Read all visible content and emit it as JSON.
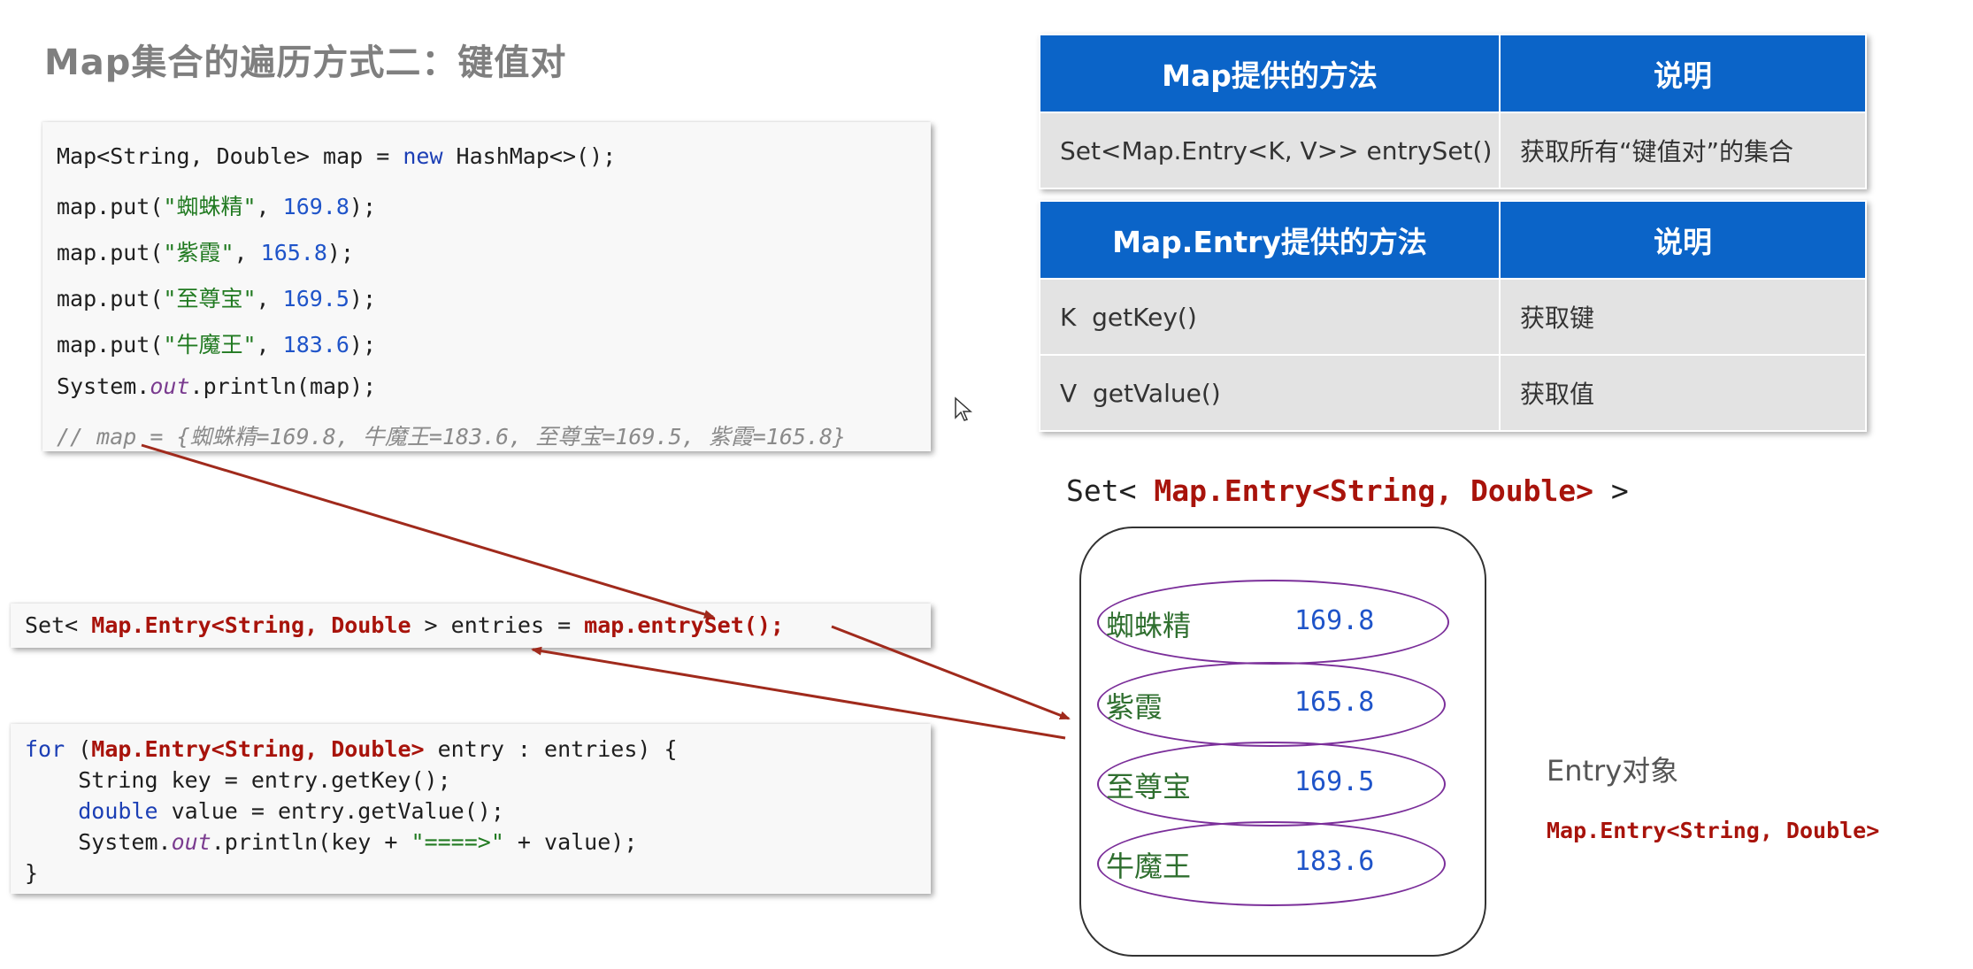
{
  "title": "Map集合的遍历方式二：键值对",
  "code_top": {
    "l1a": "Map<String, Double> map = ",
    "l1kw": "new",
    "l1b": " HashMap<>();",
    "puts": [
      {
        "pre": "map.put(",
        "key": "\"蜘蛛精\"",
        "mid": ", ",
        "val": "169.8",
        "post": ");"
      },
      {
        "pre": "map.put(",
        "key": "\"紫霞\"",
        "mid": ", ",
        "val": "165.8",
        "post": ");"
      },
      {
        "pre": "map.put(",
        "key": "\"至尊宝\"",
        "mid": ", ",
        "val": "169.5",
        "post": ");"
      },
      {
        "pre": "map.put(",
        "key": "\"牛魔王\"",
        "mid": ", ",
        "val": "183.6",
        "post": ");"
      }
    ],
    "print_a": "System.",
    "print_out": "out",
    "print_b": ".println(map);",
    "comment": "// map = {蜘蛛精=169.8, 牛魔王=183.6, 至尊宝=169.5, 紫霞=165.8}"
  },
  "code_mid": {
    "a": "Set< ",
    "b": "Map.Entry<String, Double",
    "c": " > entries = ",
    "d": "map.entrySet();"
  },
  "code_loop": {
    "for_kw": "for",
    "l1a": " (",
    "l1b": "Map.Entry<String, Double>",
    "l1c": " entry : entries) {",
    "l2": "    String key = entry.getKey();",
    "l3kw": "double",
    "l3b": " value = entry.getValue();",
    "l4a": "    System.",
    "l4out": "out",
    "l4b": ".println(key + ",
    "l4str": "\"====>\"",
    "l4c": " + value);",
    "l5": "}"
  },
  "table_map": {
    "headers": [
      "Map提供的方法",
      "说明"
    ],
    "rows": [
      [
        "Set<Map.Entry<K, V>> entrySet()",
        "获取所有“键值对”的集合"
      ]
    ]
  },
  "table_entry": {
    "headers": [
      "Map.Entry提供的方法",
      "说明"
    ],
    "rows": [
      [
        "K  getKey()",
        "获取键"
      ],
      [
        "V  getValue()",
        "获取值"
      ]
    ]
  },
  "set_title": {
    "a": "Set< ",
    "b": "Map.Entry<String, Double>",
    "c": " >"
  },
  "entries": [
    {
      "key": "蜘蛛精",
      "value": "169.8"
    },
    {
      "key": "紫霞",
      "value": "165.8"
    },
    {
      "key": "至尊宝",
      "value": "169.5"
    },
    {
      "key": "牛魔王",
      "value": "183.6"
    }
  ],
  "entry_label": "Entry对象",
  "entry_type": "Map.Entry<String, Double>",
  "colors": {
    "header_blue": "#0b64c8",
    "arrow_red": "#a02a1c",
    "ellipse_purple": "#7b2f9a"
  }
}
